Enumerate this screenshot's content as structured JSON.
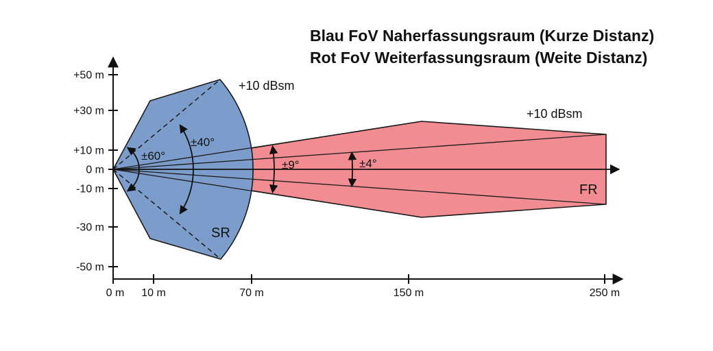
{
  "legend": {
    "line1": {
      "text": "Blau FoV Naherfassungsraum (Kurze Distanz)",
      "color": "#1B5CAD"
    },
    "line2": {
      "text": "Rot FoV Weiterfassungsraum (Weite Distanz)",
      "color": "#E8282C"
    }
  },
  "axes": {
    "y": {
      "ticks": [
        "+50 m",
        "+30 m",
        "+10 m",
        "0 m",
        "-10 m",
        "-30 m",
        "-50 m"
      ]
    },
    "x": {
      "ticks": [
        "0 m",
        "10 m",
        "70 m",
        "150 m",
        "250 m"
      ]
    }
  },
  "labels": {
    "sr_rcs": "+10 dBsm",
    "fr_rcs": "+10 dBsm",
    "sr": "SR",
    "fr": "FR",
    "angle_60": "±60°",
    "angle_40": "±40°",
    "angle_9": "±9°",
    "angle_4": "±4°"
  },
  "regions": {
    "short_range": {
      "label": "SR",
      "color": "#7C9DCB",
      "outer_azimuth": "±60°",
      "inner_azimuth": "±40°",
      "max_range": "70 m",
      "rcs": "+10 dBsm"
    },
    "far_range": {
      "label": "FR",
      "color": "#F18C92",
      "outer_azimuth": "±9°",
      "inner_azimuth": "±4°",
      "max_range": "250 m",
      "rcs": "+10 dBsm"
    }
  }
}
